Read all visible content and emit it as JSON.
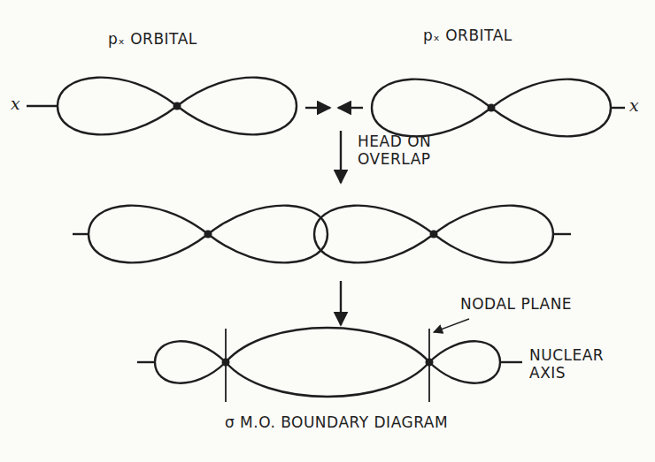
{
  "diagram": {
    "labels": [
      "pₓ ORBITAL",
      "pₓ ORBITAL",
      "x",
      "x",
      "HEAD ON OVERLAP",
      "NODAL PLANE",
      "NUCLEAR AXIS",
      "σ M.O. BOUNDARY DIAGRAM"
    ]
  }
}
